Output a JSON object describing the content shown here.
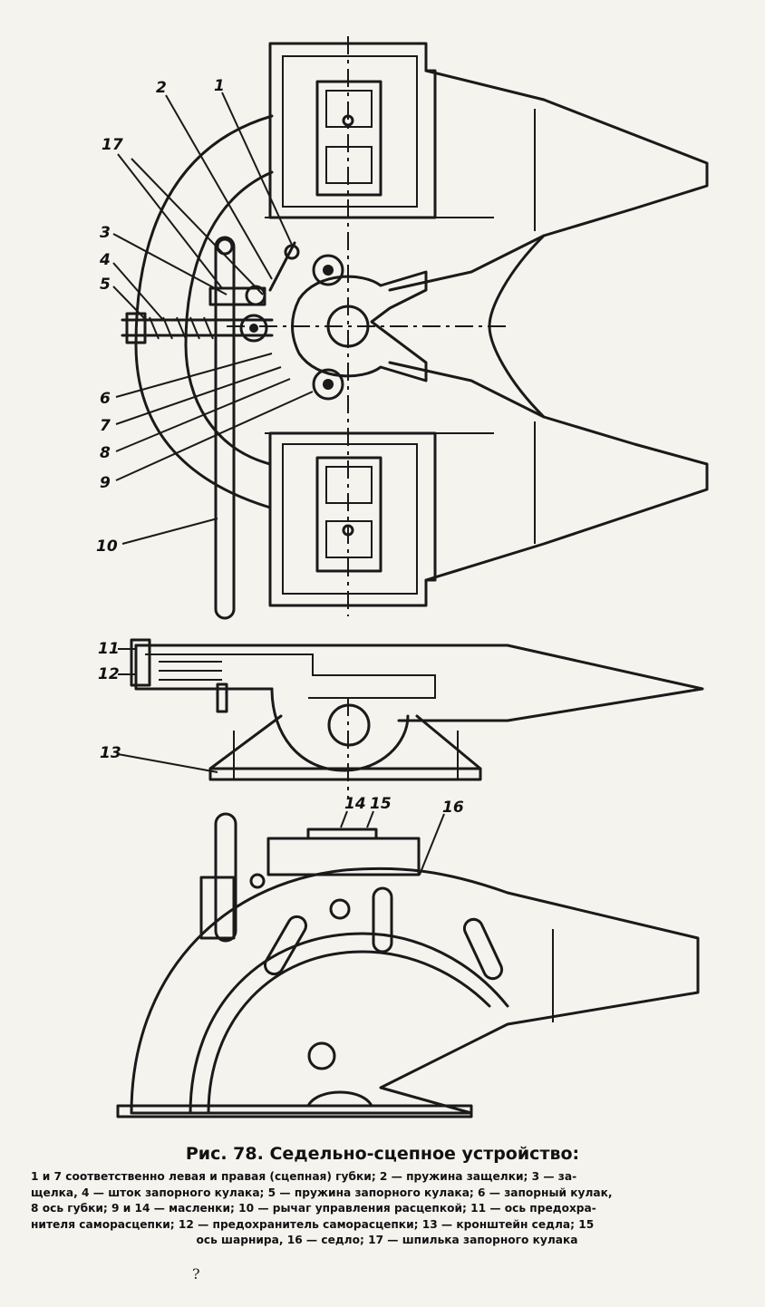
{
  "figure": {
    "caption": "Рис. 78. Седельно-сцепное устройство:",
    "legend_lines": [
      "1 и 7  соответственно левая и правая (сцепная) губки; 2 — пружина защелки; 3 — за-",
      "щелка, 4 — шток запорного кулака; 5 — пружина запорного кулака; 6 — запорный кулак,",
      "8  ось губки; 9 и 14 — масленки; 10 — рычаг управления расцепкой; 11 — ось предохра-",
      "нителя саморасцепки; 12 — предохранитель саморасцепки; 13 — кронштейн седла; 15",
      "ось шарнира, 16 — седло; 17 — шпилька запорного кулака"
    ],
    "page_mark": "?"
  },
  "callouts": [
    {
      "id": "1",
      "label": "1"
    },
    {
      "id": "2",
      "label": "2"
    },
    {
      "id": "3",
      "label": "3"
    },
    {
      "id": "4",
      "label": "4"
    },
    {
      "id": "5",
      "label": "5"
    },
    {
      "id": "6",
      "label": "6"
    },
    {
      "id": "7",
      "label": "7"
    },
    {
      "id": "8",
      "label": "8"
    },
    {
      "id": "9",
      "label": "9"
    },
    {
      "id": "10",
      "label": "10"
    },
    {
      "id": "11",
      "label": "11"
    },
    {
      "id": "12",
      "label": "12"
    },
    {
      "id": "13",
      "label": "13"
    },
    {
      "id": "14",
      "label": "14"
    },
    {
      "id": "15",
      "label": "15"
    },
    {
      "id": "16",
      "label": "16"
    },
    {
      "id": "17",
      "label": "17"
    }
  ],
  "colors": {
    "paper": "#f4f3ee",
    "ink": "#1a1a1a"
  }
}
